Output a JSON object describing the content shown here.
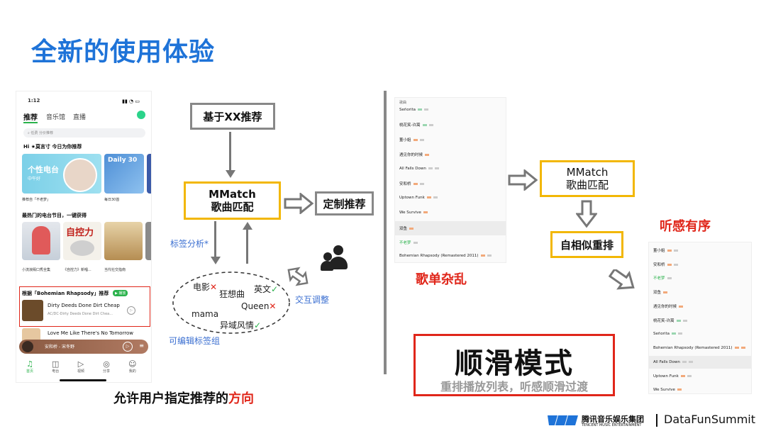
{
  "title": "全新的使用体验",
  "phone": {
    "time": "1:12",
    "tabs": [
      "推荐",
      "音乐馆",
      "直播"
    ],
    "search_placeholder": "任费  分价推荐",
    "greeting": "Hi ★莫言寸  今日为你推荐",
    "card1_title": "个性电台",
    "card1_sub": "中午好",
    "card2_title": "Daily 30",
    "rec_label": "推荐自「不老梦」",
    "daily_label": "每日30首",
    "section2": "最热门的电台节目，一键获得",
    "radio_labels": [
      "小流浪殿口秀全集",
      "《自控力》新唱...",
      "当代社交指南"
    ],
    "card_zikong": "自控力",
    "based_on": "根据「Bohemian Rhapsody」推荐",
    "play_btn": "▶ 播放",
    "song1": "Dirty Deeds Done Dirt Cheap",
    "song1_sub": "AC/DC-Dirty Deeds Done Dirt Chea...",
    "song2": "Love Me Like There's No Tomorrow",
    "playing": "安和桥 - 宋冬野",
    "nav": [
      "首页",
      "电台",
      "视频",
      "分享",
      "我的"
    ]
  },
  "flow": {
    "box_top": "基于XX推荐",
    "box_mmatch": "MMatch\n歌曲匹配",
    "box_custom": "定制推荐",
    "tag_analysis": "标签分析*",
    "interaction": "交互调整",
    "editable": "可编辑标签组",
    "tags": [
      "电影",
      "狂想曲",
      "英文",
      "mama",
      "Queen",
      "异域风情"
    ]
  },
  "caption_left": "允许用户指定推荐的",
  "caption_left_red": "方向",
  "right": {
    "messy_label": "歌单杂乱",
    "box_mmatch": "MMatch\n歌曲匹配",
    "box_reorder": "自相似重排",
    "ordered_label": "听感有序",
    "smooth_title": "顺滑模式",
    "smooth_sub": "重排播放列表，听感顺滑过渡",
    "list1_header": "歌曲",
    "list1": [
      "Señorita",
      "桃花笑-许嵩",
      "董小姐",
      "遇见你的时候",
      "All Falls Down",
      "安和桥",
      "Uptown Funk",
      "We Survive",
      "双鱼",
      "不老梦",
      "Bohemian Rhapsody (Remastered 2011)"
    ],
    "list2": [
      "董小姐",
      "安和桥",
      "不老梦",
      "双鱼",
      "遇见你的时候",
      "桃花笑-许嵩",
      "Señorita",
      "Bohemian Rhapsody (Remastered 2011)",
      "All Falls Down",
      "Uptown Funk",
      "We Survive"
    ]
  },
  "footer": {
    "brand": "腾讯音乐娱乐集团",
    "brand_en": "TENCENT MUSIC ENTERTAINMENT",
    "summit": "DataFunSummit"
  }
}
